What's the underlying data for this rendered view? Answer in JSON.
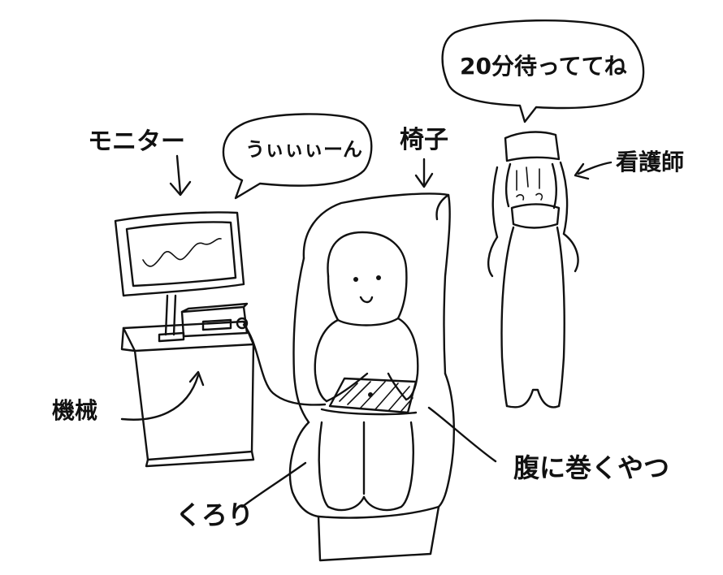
{
  "labels": {
    "monitor": "モニター",
    "chair": "椅子",
    "nurse": "看護師",
    "machine": "機械",
    "belt": "腹に巻くやつ",
    "curorie": "くろり"
  },
  "speech": {
    "machine_sound": "うぃぃぃーん",
    "nurse_says": "20分待っててね"
  },
  "colors": {
    "ink": "#111111",
    "paper": "#ffffff"
  }
}
